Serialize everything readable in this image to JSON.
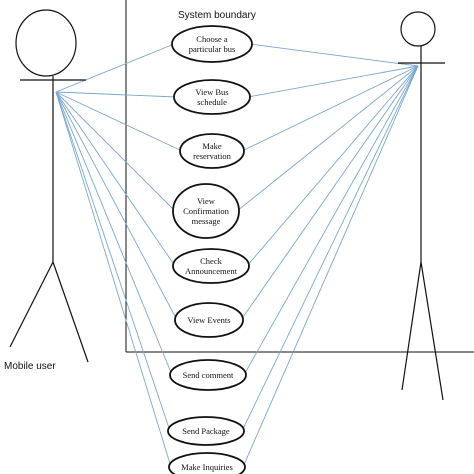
{
  "system_boundary": {
    "label": "System boundary"
  },
  "actors": [
    {
      "id": "mobile-user",
      "label": "Mobile user"
    },
    {
      "id": "right-actor",
      "label": ""
    }
  ],
  "use_cases": [
    {
      "id": "choose-bus",
      "lines": [
        "Choose a",
        "particular bus"
      ]
    },
    {
      "id": "view-schedule",
      "lines": [
        "View Bus",
        "schedule"
      ]
    },
    {
      "id": "make-reservation",
      "lines": [
        "Make",
        "reservation"
      ]
    },
    {
      "id": "view-confirmation",
      "lines": [
        "View",
        "Confirmation",
        "message"
      ]
    },
    {
      "id": "check-announcement",
      "lines": [
        "Check",
        "Announcement"
      ]
    },
    {
      "id": "view-events",
      "lines": [
        "View Events"
      ]
    },
    {
      "id": "send-comment",
      "lines": [
        "Send comment"
      ]
    },
    {
      "id": "send-package",
      "lines": [
        "Send Package"
      ]
    },
    {
      "id": "make-inquiries",
      "lines": [
        "Make Inquiries"
      ]
    }
  ],
  "colors": {
    "connector": "#7aa7cf",
    "outline": "#111111"
  }
}
